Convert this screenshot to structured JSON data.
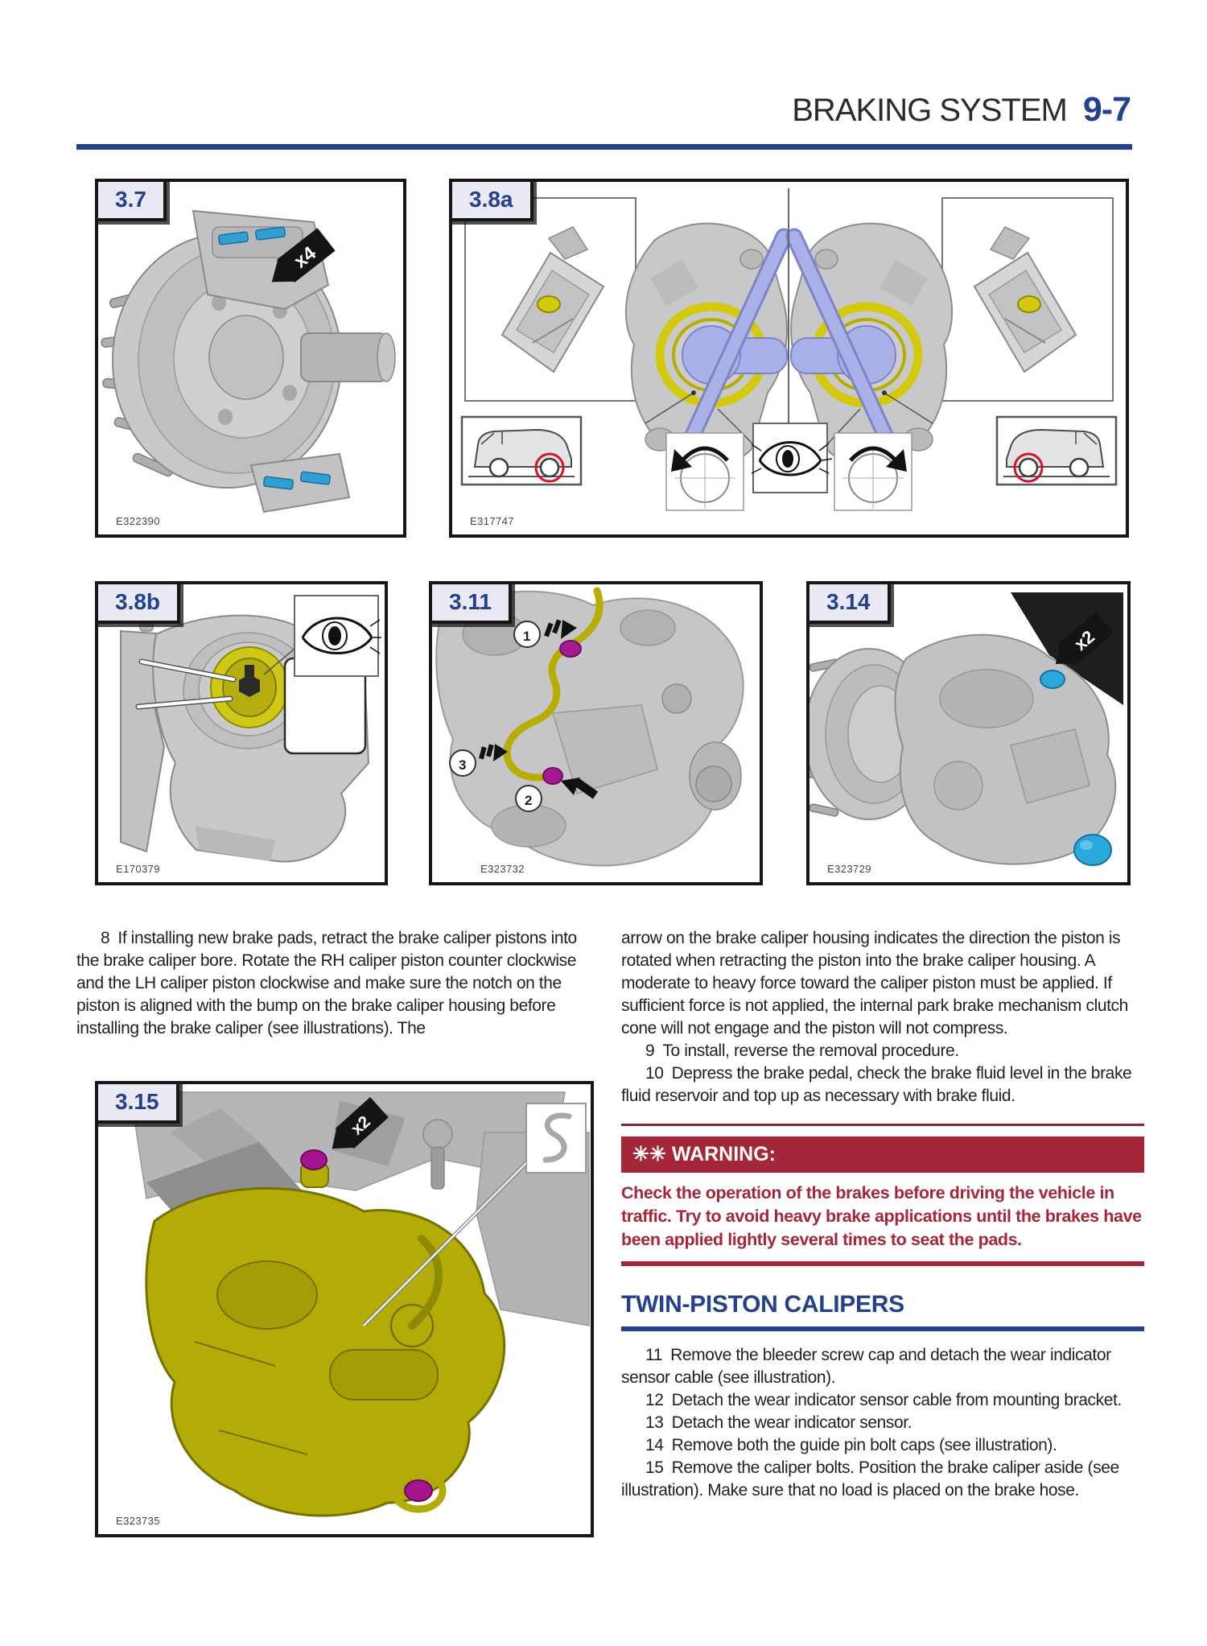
{
  "header": {
    "title": "BRAKING SYSTEM",
    "page_number": "9-7"
  },
  "colors": {
    "accent_blue": "#24418d",
    "warning_red": "#a32639",
    "highlight_yellow": "#b7ae00",
    "highlight_cyan": "#2aa7db",
    "highlight_magenta": "#a6148e",
    "highlight_periwinkle": "#aab0e8",
    "highlight_pad_blue": "#2f9fd4"
  },
  "figures": {
    "f37": {
      "label": "3.7",
      "code": "E322390",
      "multiplier": "x4"
    },
    "f38a": {
      "label": "3.8a",
      "code": "E317747"
    },
    "f38b": {
      "label": "3.8b",
      "code": "E170379"
    },
    "f311": {
      "label": "3.11",
      "code": "E323732",
      "callout1": "1",
      "callout2": "2",
      "callout3": "3"
    },
    "f314": {
      "label": "3.14",
      "code": "E323729",
      "multiplier": "x2"
    },
    "f315": {
      "label": "3.15",
      "code": "E323735",
      "multiplier": "x2"
    }
  },
  "content": {
    "step8": "8 If installing new brake pads, retract the brake caliper pistons into the brake caliper bore. Rotate the RH caliper piston counter clockwise and the LH caliper piston clockwise and make sure the notch on the piston is aligned with the bump on the brake caliper housing before installing the brake caliper (see illustrations). The",
    "col2_continuation": "arrow on the brake caliper housing indicates the direction the piston is rotated when retracting the piston into the brake caliper housing. A moderate to heavy force toward the caliper piston must be applied. If sufficient force is not applied, the internal park brake mechanism clutch cone will not engage and the piston will not compress.",
    "step9": "9 To install, reverse the removal procedure.",
    "step10": "10 Depress the brake pedal, check the brake fluid level in the brake fluid reservoir and top up as necessary with brake fluid.",
    "warning_title": "✳✳ WARNING:",
    "warning_body": "Check the operation of the brakes before driving the vehicle in traffic. Try to avoid heavy brake applications until the brakes have been applied lightly several times to seat the pads.",
    "section_title": "TWIN-PISTON CALIPERS",
    "steps": [
      "11 Remove the bleeder screw cap and detach the wear indicator sensor cable (see illustration).",
      "12 Detach the wear indicator sensor cable from mounting bracket.",
      "13 Detach the wear indicator sensor.",
      "14 Remove both the guide pin bolt caps (see illustration).",
      "15 Remove the caliper bolts. Position the brake caliper aside (see illustration). Make sure that no load is placed on the brake hose."
    ]
  }
}
